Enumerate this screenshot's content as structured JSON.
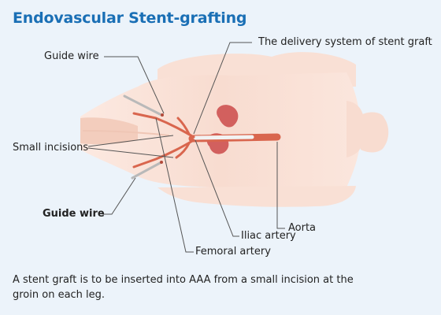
{
  "title": "Endovascular Stent-grafting",
  "labels": {
    "guide_wire_top": "Guide wire",
    "delivery_system": "The delivery system of stent graft",
    "small_incisions": "Small incisions",
    "guide_wire_bottom": "Guide wire",
    "aorta": "Aorta",
    "iliac_artery": "Iliac artery",
    "femoral_artery": "Femoral artery"
  },
  "caption": "A stent graft is to be inserted into AAA from a small incision at the groin on each leg.",
  "colors": {
    "background": "#ecf3fa",
    "title": "#1a6fb5",
    "skin": "#f8dcd0",
    "skin_edge": "#f3c9b9",
    "artery": "#d9664e",
    "kidney": "#d2605e",
    "leader_line": "#555555"
  }
}
